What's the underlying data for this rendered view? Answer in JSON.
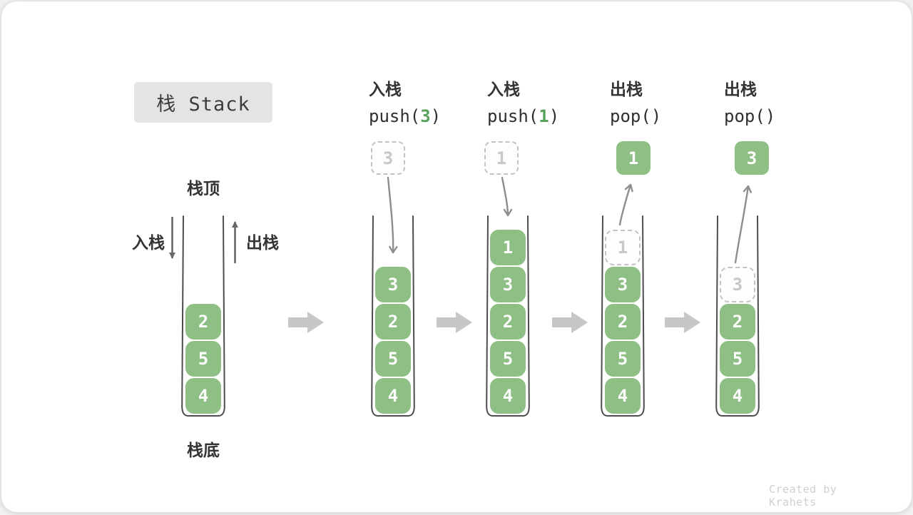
{
  "title": "栈 Stack",
  "first_stack": {
    "top_label": "栈顶",
    "bottom_label": "栈底",
    "push_label": "入栈",
    "pop_label": "出栈"
  },
  "operations": [
    {
      "action": "入栈",
      "code_prefix": "push(",
      "code_arg": "3",
      "code_suffix": ")",
      "floating_value": "3",
      "floating_style": "ghost"
    },
    {
      "action": "入栈",
      "code_prefix": "push(",
      "code_arg": "1",
      "code_suffix": ")",
      "floating_value": "1",
      "floating_style": "ghost"
    },
    {
      "action": "出栈",
      "code_prefix": "pop(",
      "code_arg": "",
      "code_suffix": ")",
      "floating_value": "1",
      "floating_style": "solid"
    },
    {
      "action": "出栈",
      "code_prefix": "pop(",
      "code_arg": "",
      "code_suffix": ")",
      "floating_value": "3",
      "floating_style": "solid"
    }
  ],
  "stacks": [
    {
      "ghost": null,
      "cells": [
        "2",
        "5",
        "4"
      ]
    },
    {
      "ghost": null,
      "cells": [
        "3",
        "2",
        "5",
        "4"
      ]
    },
    {
      "ghost": null,
      "cells": [
        "1",
        "3",
        "2",
        "5",
        "4"
      ]
    },
    {
      "ghost": "1",
      "cells": [
        "3",
        "2",
        "5",
        "4"
      ]
    },
    {
      "ghost": "3",
      "cells": [
        "2",
        "5",
        "4"
      ]
    }
  ],
  "footer": "Created by Krahets",
  "colors": {
    "cell_green": "#8ebf84",
    "code_arg_green": "#58a25c",
    "ghost_border": "#c3c3c3",
    "ghost_text": "#c7c7c7",
    "wall_dark": "#4c4c4c",
    "flow_arrow_gray": "#8e8e8e",
    "block_arrow_gray": "#c6c6c6",
    "title_bg": "#e4e4e4",
    "text_dark": "#343434",
    "footer_gray": "#cfcfcf"
  }
}
